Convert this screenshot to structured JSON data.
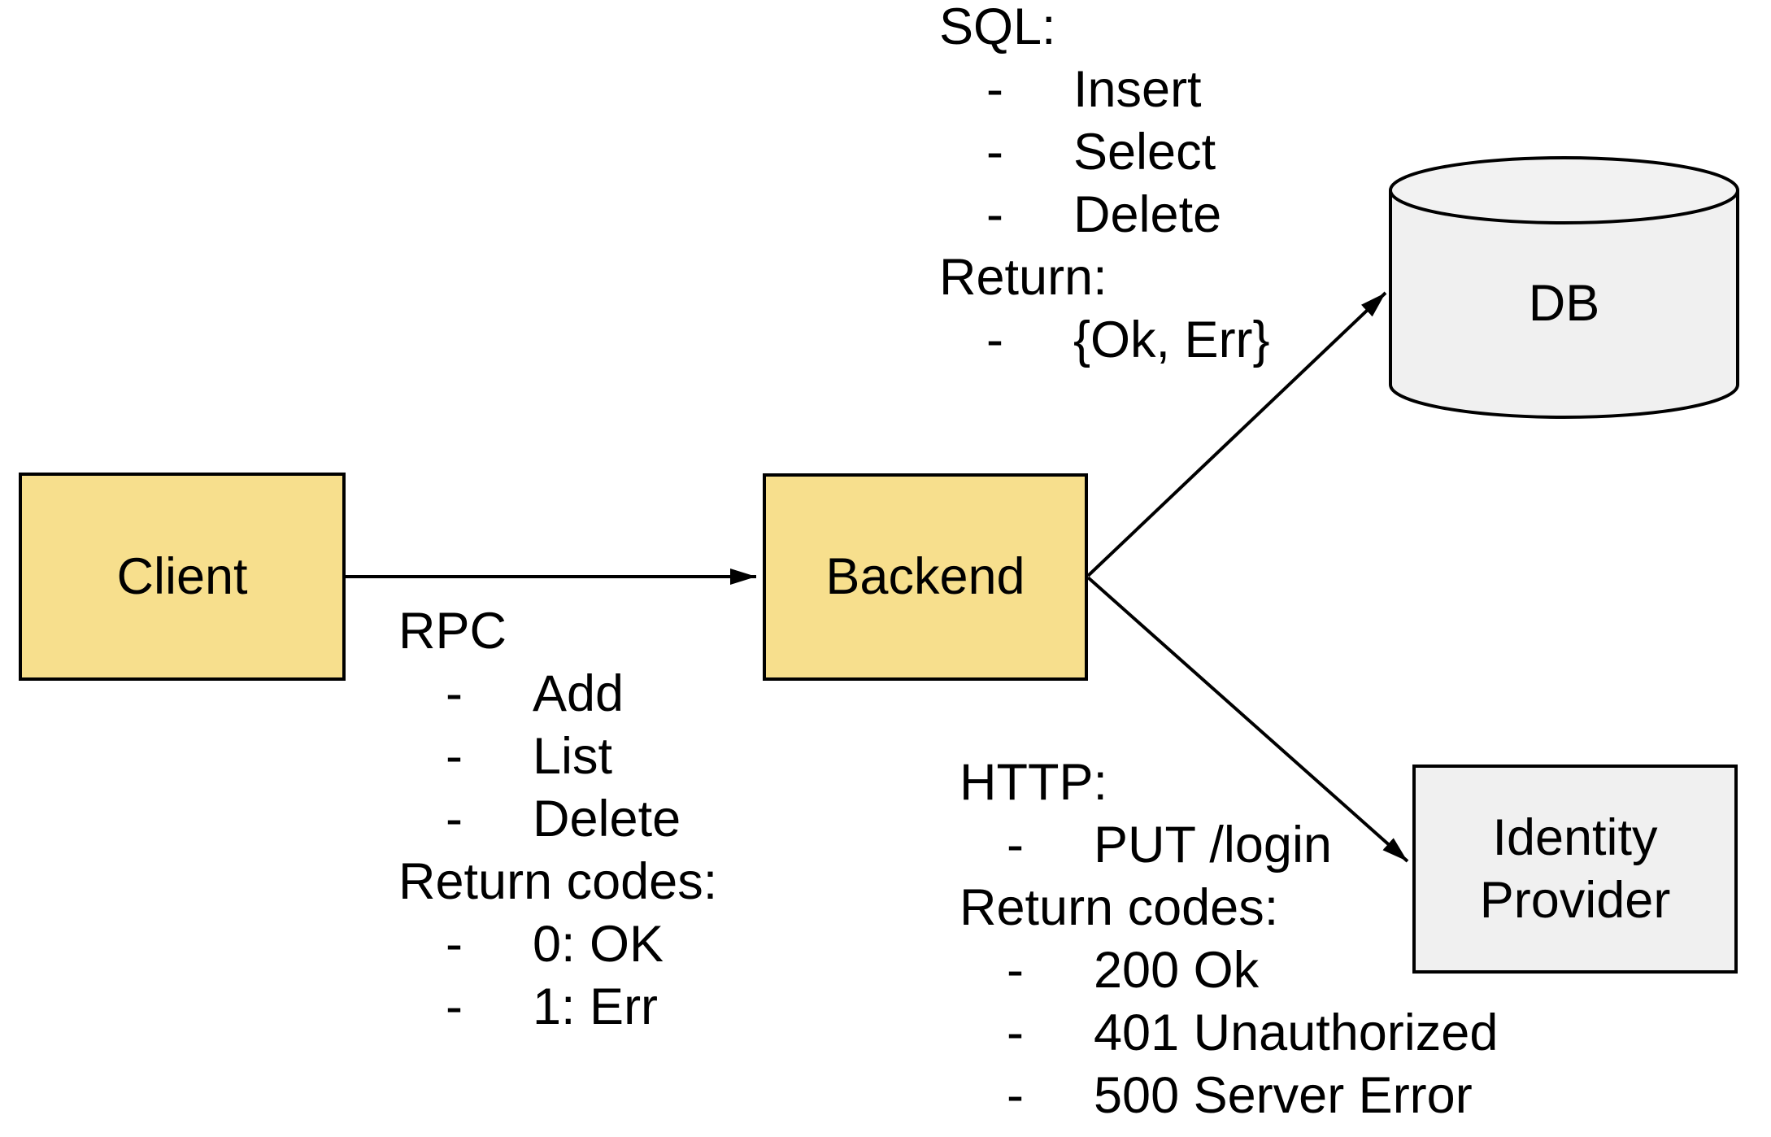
{
  "bullet": "-",
  "colors": {
    "node_yellow": "#F7DF8D",
    "node_gray": "#F0F0F0",
    "stroke": "#000000",
    "text": "#000000",
    "background": "#FFFFFF"
  },
  "nodes": {
    "client": {
      "label": "Client",
      "fill": "#F7DF8D"
    },
    "backend": {
      "label": "Backend",
      "fill": "#F7DF8D"
    },
    "db": {
      "label": "DB",
      "fill": "#F0F0F0",
      "shape": "cylinder"
    },
    "identity_provider": {
      "label_line1": "Identity",
      "label_line2": "Provider",
      "fill": "#F0F0F0"
    }
  },
  "annotations": {
    "rpc": {
      "heading": "RPC",
      "items": [
        "Add",
        "List",
        "Delete"
      ],
      "return_heading": "Return codes:",
      "return_items": [
        "0: OK",
        "1: Err"
      ]
    },
    "sql": {
      "heading": "SQL:",
      "items": [
        "Insert",
        "Select",
        "Delete"
      ],
      "return_heading": "Return:",
      "return_items": [
        "{Ok, Err}"
      ]
    },
    "http": {
      "heading": "HTTP:",
      "items": [
        "PUT /login"
      ],
      "return_heading": "Return codes:",
      "return_items": [
        "200 Ok",
        "401 Unauthorized",
        "500 Server Error"
      ]
    }
  },
  "connections": [
    {
      "from": "Client",
      "to": "Backend",
      "protocol": "RPC"
    },
    {
      "from": "Backend",
      "to": "DB",
      "protocol": "SQL"
    },
    {
      "from": "Backend",
      "to": "Identity Provider",
      "protocol": "HTTP"
    }
  ]
}
